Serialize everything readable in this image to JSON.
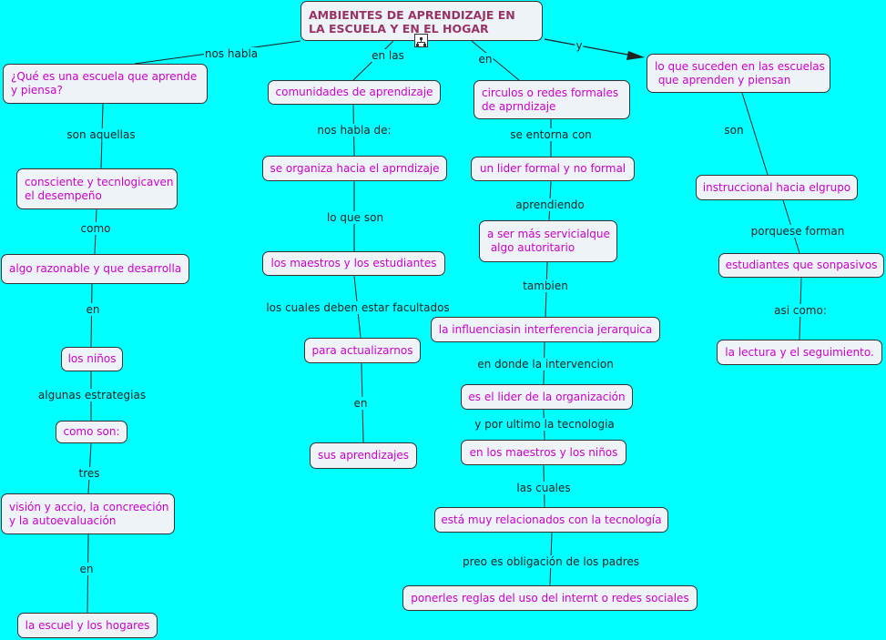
{
  "root": {
    "title": "AMBIENTES DE APRENDIZAJE EN LA ESCUELA Y EN EL HOGAR",
    "icon": "concept-map-icon"
  },
  "col1": {
    "link_root": "nos habla",
    "n1": "¿Qué es una escuela que aprende\ny piensa?",
    "l1": "son aquellas",
    "n2": "consciente y tecnlogicaven\nel desempeño",
    "l2": "como",
    "n3": "algo razonable y que desarrolla",
    "l3": "en",
    "n4": "los niños",
    "l4": "algunas estrategias",
    "n5": "como son:",
    "l5": "tres",
    "n6": "visión y accio, la concreeción\ny la autoevaluación",
    "l6": "en",
    "n7": "la escuel y los hogares"
  },
  "col2": {
    "link_root": "en las",
    "n1": "comunidades de aprendizaje",
    "l1": "nos habla  de:",
    "n2": "se organiza hacia el aprndizaje",
    "l2": "lo que son",
    "n3": "los maestros y los estudiantes",
    "l3": "los cuales deben estar facultados",
    "n4": "para actualizarnos",
    "l4": "en",
    "n5": "sus aprendizajes"
  },
  "col3": {
    "link_root": "en",
    "n1": "circulos o redes formales\nde aprndizaje",
    "l1": "se entorna con",
    "n2": "un lider formal y no formal",
    "l2": "aprendiendo",
    "n3": "a ser más servicialque\n algo autoritario",
    "l3": "tambien",
    "n4": "la influenciasin interferencia jerarquica",
    "l4": "en donde la intervencion",
    "n5": "es el lider de la organización",
    "l5": "y por ultimo la tecnologia",
    "n6": "en los maestros y los niños",
    "l6": "las cuales",
    "n7": "está muy relacionados con la tecnología",
    "l7": "preo es obligación de los padres",
    "n8": "ponerles reglas del uso del internt o redes sociales"
  },
  "col4": {
    "link_root": "y",
    "n1": "lo que suceden en las escuelas\n que aprenden y piensan",
    "l1": "son",
    "n2": "instruccional hacia elgrupo",
    "l2": "porquese forman",
    "n3": "estudiantes que sonpasivos",
    "l3": "asi como:",
    "n4": "la lectura y el seguimiento."
  },
  "colors": {
    "background": "#00FFFF",
    "node_fill": "#EEF3F7",
    "node_text": "#CC00CC",
    "root_text": "#993366",
    "link_text": "#222222"
  }
}
